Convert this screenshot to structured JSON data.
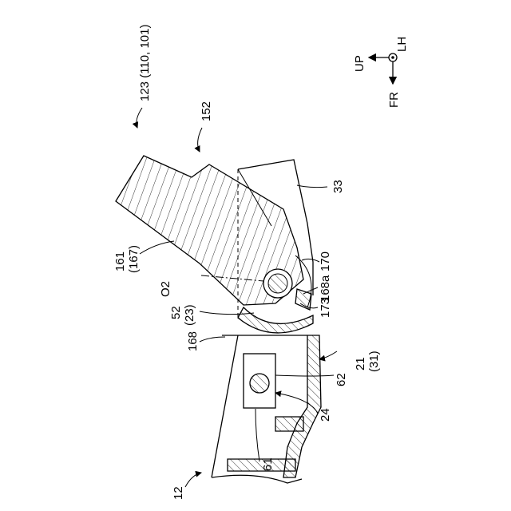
{
  "labels": {
    "assembly": "123 (110, 101)",
    "part_152": "152",
    "part_33": "33",
    "part_161": "161",
    "part_161_sub": "(167)",
    "axis_o2": "O2",
    "part_52": "52",
    "part_52_sub": "(23)",
    "part_170": "170",
    "part_168a": "168a",
    "part_173": "173",
    "part_168": "168",
    "part_21": "21",
    "part_21_sub": "(31)",
    "part_62": "62",
    "part_24": "24",
    "part_61": "61",
    "part_12": "12"
  },
  "orientation": {
    "up": "UP",
    "lh": "LH",
    "fr": "FR"
  }
}
